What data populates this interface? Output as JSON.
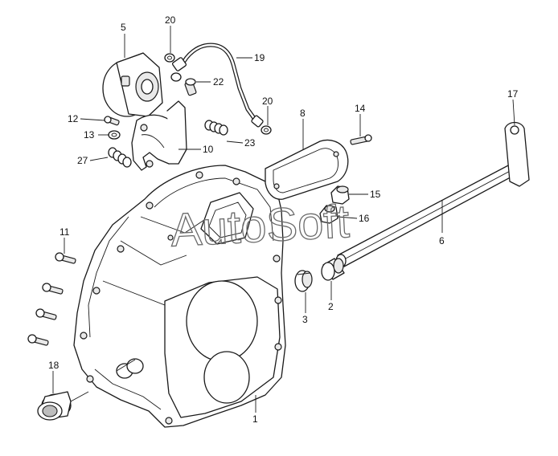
{
  "diagram": {
    "watermark": "AutoSoft",
    "callouts": {
      "c1": "1",
      "c2": "2",
      "c3": "3",
      "c5": "5",
      "c6": "6",
      "c8": "8",
      "c10": "10",
      "c11": "11",
      "c12": "12",
      "c13": "13",
      "c14": "14",
      "c15": "15",
      "c16": "16",
      "c17": "17",
      "c18": "18",
      "c19": "19",
      "c20a": "20",
      "c20b": "20",
      "c22": "22",
      "c23": "23",
      "c27": "27"
    }
  }
}
